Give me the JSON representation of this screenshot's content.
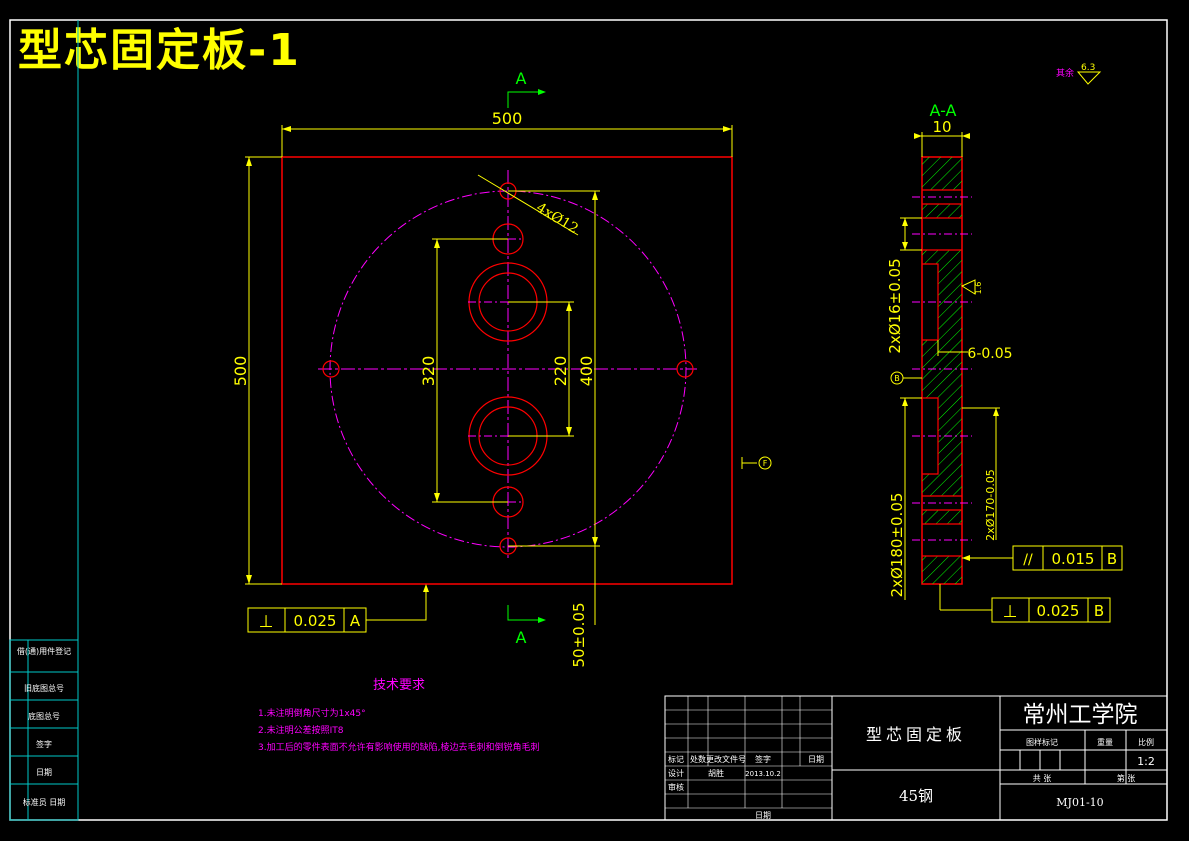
{
  "header": {
    "title": "型芯固定板-1"
  },
  "view_marks": {
    "section_letter_top": "A",
    "section_letter_bottom": "A",
    "section_title": "A-A",
    "datum_marker_front": "F",
    "datum_marker_side": "B"
  },
  "roughness": {
    "label": "其余",
    "value": "6.3",
    "local_value": "1.6"
  },
  "dimensions": {
    "width": "500",
    "height": "500",
    "d400": "400",
    "d320": "320",
    "d220": "220",
    "holes": "4xØ12",
    "offset": "50±0.05",
    "thickness": "10",
    "counterbore": "2xØ16±0.05",
    "depth": "6-0.05",
    "d170": "2xØ170-0.05",
    "d180": "2xØ180±0.05"
  },
  "tolerances": {
    "perp_front": {
      "symbol": "⊥",
      "value": "0.025",
      "datum": "A"
    },
    "parallel_side": {
      "symbol": "//",
      "value": "0.015",
      "datum": "B"
    },
    "perp_side": {
      "symbol": "⊥",
      "value": "0.025",
      "datum": "B"
    }
  },
  "notes": {
    "title": "技术要求",
    "items": [
      "1.未注明倒角尺寸为1x45°",
      "2.未注明公差按照IT8",
      "3.加工后的零件表面不允许有影响使用的缺陷,棱边去毛刺和倒锐角毛刺"
    ]
  },
  "left_strip": [
    "借(通)用件登记",
    "旧底图总号",
    "底图总号",
    "签字",
    "日期",
    "标准员 日期"
  ],
  "title_block": {
    "part_name": "型芯固定板",
    "school": "常州工学院",
    "material": "45钢",
    "drawing_no": "MJ01-10",
    "scale": "1:2",
    "col_stage": "图样标记",
    "col_weight": "重量",
    "col_scale": "比例",
    "sheet": "共 张",
    "sheet_of": "第 张",
    "row_mark": "标记",
    "row_count": "处数",
    "row_doc": "更改文件号",
    "row_sign": "签字",
    "row_date": "日期",
    "designer_label": "设计",
    "designer": "胡胜",
    "design_date": "2013.10.2",
    "review_label": "审核",
    "date_label": "日期"
  }
}
